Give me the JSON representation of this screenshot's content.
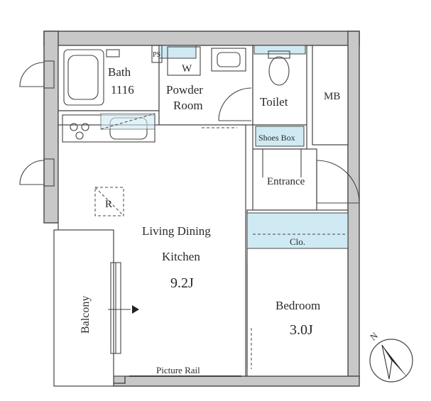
{
  "rooms": {
    "bath": {
      "label": "Bath",
      "size": "1116"
    },
    "powder": {
      "line1": "Powder",
      "line2": "Room"
    },
    "toilet": "Toilet",
    "mb": "MB",
    "shoes_box": "Shoes Box",
    "entrance": "Entrance",
    "ldk": {
      "line1": "Living Dining",
      "line2": "Kitchen",
      "size": "9.2J"
    },
    "closet": "Clo.",
    "bedroom": {
      "label": "Bedroom",
      "size": "3.0J"
    },
    "balcony": "Balcony",
    "picture_rail": "Picture Rail"
  },
  "fixtures": {
    "washer": "W",
    "ps": "PS",
    "refrigerator": "R"
  },
  "compass": {
    "label": "N"
  },
  "colors": {
    "wall": "#c8c8c8",
    "closet_fill": "#cfeaf3",
    "line": "#444444"
  }
}
